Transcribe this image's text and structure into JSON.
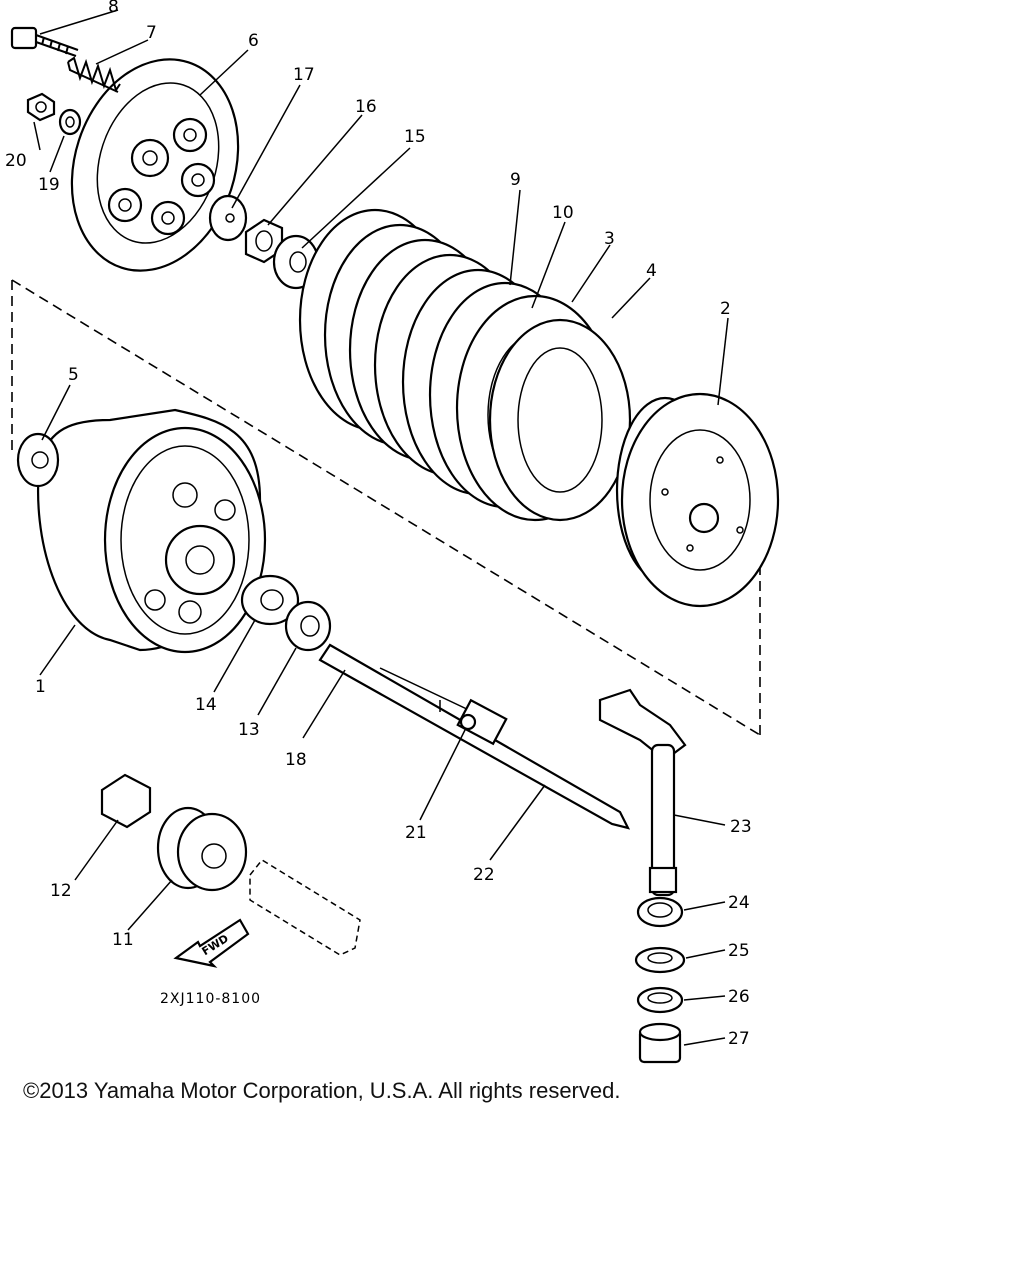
{
  "diagram": {
    "callouts": [
      "1",
      "2",
      "3",
      "4",
      "5",
      "6",
      "7",
      "8",
      "9",
      "10",
      "11",
      "12",
      "13",
      "14",
      "15",
      "16",
      "17",
      "18",
      "19",
      "20",
      "21",
      "22",
      "23",
      "24",
      "25",
      "26",
      "27"
    ],
    "code": "2XJ110-8100",
    "fwd_label": "FWD"
  },
  "footer": {
    "copyright": "©2013 Yamaha Motor Corporation, U.S.A. All rights reserved."
  }
}
